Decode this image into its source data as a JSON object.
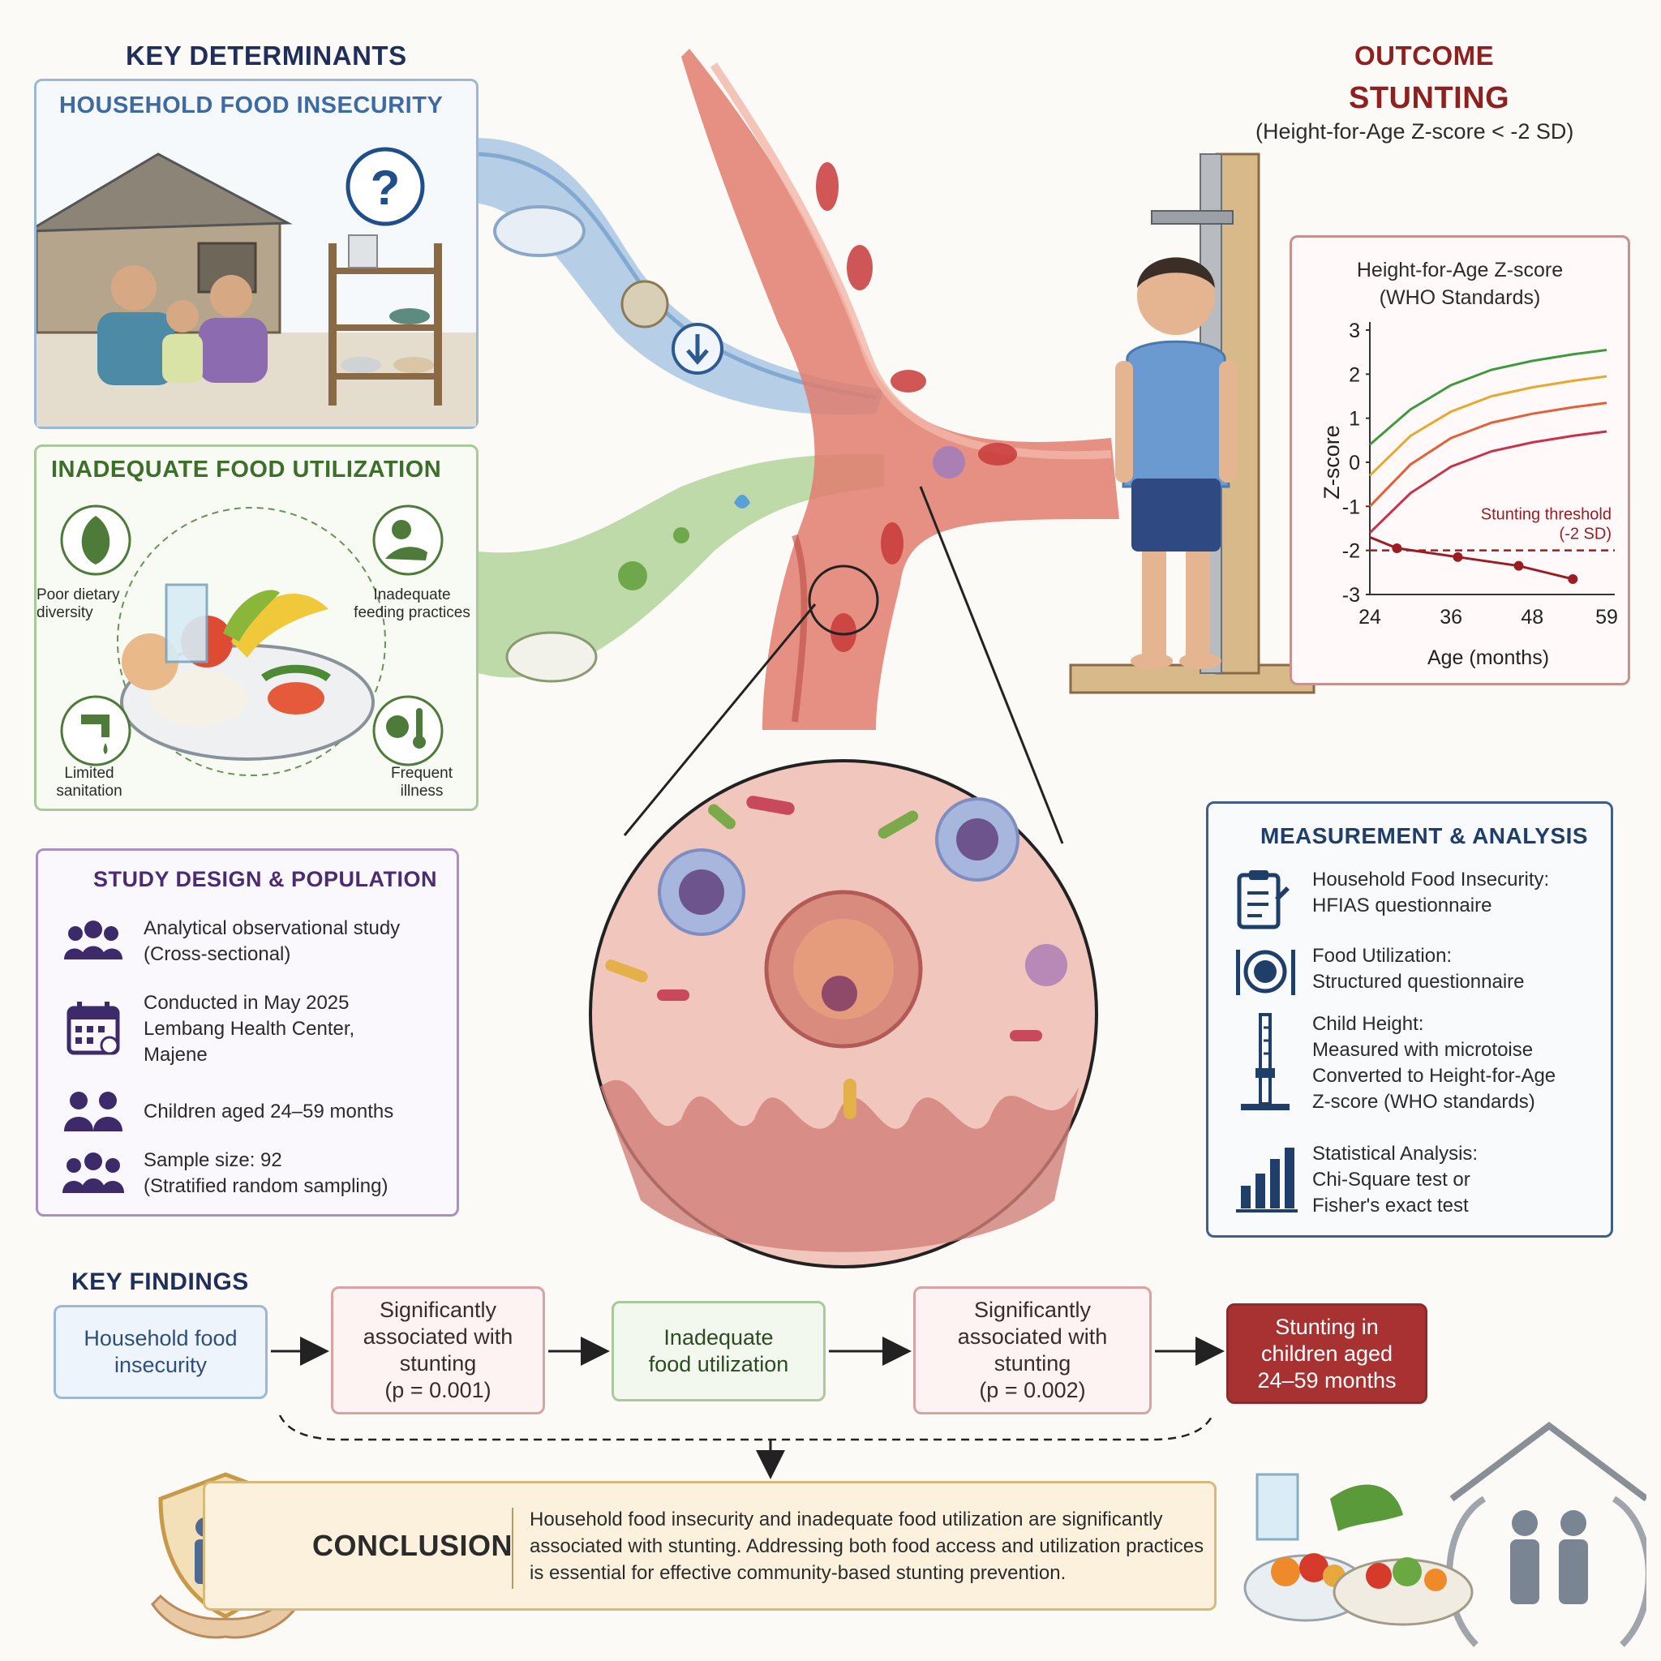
{
  "header": {
    "key_determinants": "KEY DETERMINANTS",
    "outcome_line1": "OUTCOME",
    "outcome_line2": "STUNTING",
    "outcome_def": "(Height-for-Age Z-score < -2 SD)"
  },
  "food_insecurity": {
    "title": "HOUSEHOLD FOOD INSECURITY",
    "question_icon": "question-mark-icon",
    "arrow_icon": "down-arrow-icon"
  },
  "food_utilization": {
    "title": "INADEQUATE FOOD UTILIZATION",
    "items": [
      {
        "label": "Poor dietary\ndiversity",
        "icon": "leafy-greens-icon"
      },
      {
        "label": "Inadequate\nfeeding practices",
        "icon": "feeding-hand-icon"
      },
      {
        "label": "Limited\nsanitation",
        "icon": "water-tap-icon"
      },
      {
        "label": "Frequent\nillness",
        "icon": "thermometer-virus-icon"
      }
    ]
  },
  "study_design": {
    "title": "STUDY DESIGN & POPULATION",
    "items": [
      {
        "text": "Analytical observational study\n(Cross-sectional)",
        "icon": "group-icon"
      },
      {
        "text": "Conducted in May 2025\nLembang Health Center,\nMajene",
        "icon": "calendar-icon"
      },
      {
        "text": "Children aged 24–59 months",
        "icon": "children-icon"
      },
      {
        "text": "Sample size: 92\n(Stratified random sampling)",
        "icon": "sample-group-icon"
      }
    ]
  },
  "measurement": {
    "title": "MEASUREMENT & ANALYSIS",
    "items": [
      {
        "text": "Household Food Insecurity:\nHFIAS questionnaire",
        "icon": "clipboard-icon"
      },
      {
        "text": "Food Utilization:\nStructured questionnaire",
        "icon": "plate-utensils-icon"
      },
      {
        "text": "Child Height:\nMeasured with microtoise\nConverted to Height-for-Age\nZ-score (WHO standards)",
        "icon": "microtoise-icon"
      },
      {
        "text": "Statistical Analysis:\nChi-Square test or\nFisher's exact test",
        "icon": "bar-chart-icon"
      }
    ]
  },
  "chart_data": {
    "type": "line",
    "title": "Height-for-Age Z-score",
    "subtitle": "(WHO Standards)",
    "xlabel": "Age (months)",
    "ylabel": "Z-score",
    "xlim": [
      24,
      59
    ],
    "ylim": [
      -3,
      3
    ],
    "xticks": [
      "24",
      "36",
      "48",
      "59"
    ],
    "yticks": [
      "3",
      "2",
      "1",
      "0",
      "-1",
      "-2",
      "-3"
    ],
    "grid": false,
    "series": [
      {
        "color": "#3f9a3f",
        "x": [
          24,
          30,
          36,
          42,
          48,
          54,
          59
        ],
        "y": [
          0.4,
          1.2,
          1.75,
          2.1,
          2.3,
          2.45,
          2.55
        ]
      },
      {
        "color": "#e8a830",
        "x": [
          24,
          30,
          36,
          42,
          48,
          54,
          59
        ],
        "y": [
          -0.3,
          0.6,
          1.15,
          1.5,
          1.7,
          1.85,
          1.95
        ]
      },
      {
        "color": "#e2603a",
        "x": [
          24,
          30,
          36,
          42,
          48,
          54,
          59
        ],
        "y": [
          -1.0,
          -0.05,
          0.55,
          0.9,
          1.1,
          1.25,
          1.35
        ]
      },
      {
        "color": "#c8324a",
        "x": [
          24,
          30,
          36,
          42,
          48,
          54,
          59
        ],
        "y": [
          -1.6,
          -0.7,
          -0.1,
          0.25,
          0.45,
          0.6,
          0.7
        ]
      },
      {
        "color": "#9c1c24",
        "x": [
          24,
          28,
          37,
          46,
          54
        ],
        "y": [
          -1.7,
          -1.95,
          -2.15,
          -2.35,
          -2.65
        ],
        "markers": true
      }
    ],
    "threshold": {
      "y": -2,
      "label_line1": "Stunting threshold",
      "label_line2": "(-2 SD)",
      "color": "#9c1c24"
    }
  },
  "key_findings": {
    "title": "KEY FINDINGS",
    "boxes": [
      {
        "text": "Household food\ninsecurity",
        "border": "#9db8d6",
        "bg": "#eef4fb",
        "color": "#2f4f7a"
      },
      {
        "text": "Significantly\nassociated with\nstunting\n(p = 0.001)",
        "border": "#d9a3a3",
        "bg": "#fdf3f3",
        "color": "#3b2b2b"
      },
      {
        "text": "Inadequate\nfood utilization",
        "border": "#a9c99a",
        "bg": "#f2f8ee",
        "color": "#2e4a24"
      },
      {
        "text": "Significantly\nassociated with\nstunting\n(p = 0.002)",
        "border": "#d9a3a3",
        "bg": "#fdf3f3",
        "color": "#3b2b2b"
      },
      {
        "text": "Stunting in\nchildren aged\n24–59 months",
        "border": "#8e2a2a",
        "bg": "#a83232",
        "color": "#ffffff"
      }
    ]
  },
  "conclusion": {
    "title": "CONCLUSION",
    "text": "Household food insecurity and inadequate food utilization are significantly\nassociated with stunting. Addressing both food access and utilization practices\nis essential for effective community-based stunting prevention.",
    "shield_icon": "family-shield-icon",
    "house_icon": "house-family-icon"
  },
  "colors": {
    "navy": "#1f2f5a",
    "blue_title": "#3d6aa0",
    "green_title": "#3e6e2c",
    "purple_title": "#4b2c72",
    "dark_red": "#8e2020"
  }
}
